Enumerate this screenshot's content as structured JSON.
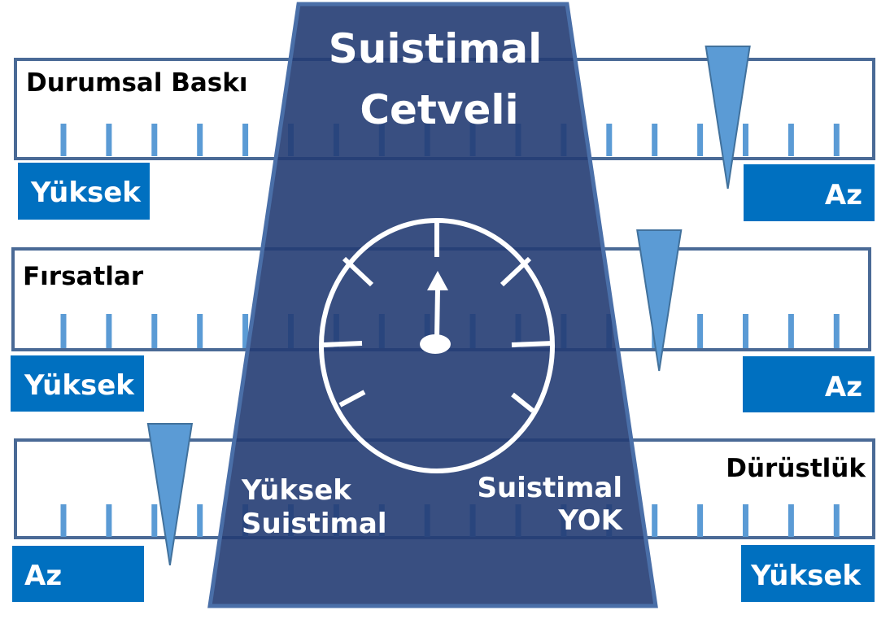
{
  "title_line1": "Suistimal",
  "title_line2": "Cetveli",
  "rulers": [
    {
      "label": "Durumsal Baskı",
      "left": "Yüksek",
      "right": "Az",
      "pointer_position": 0.83
    },
    {
      "label": "Fırsatlar",
      "left": "Yüksek",
      "right": "Az",
      "pointer_position": 0.75
    },
    {
      "label": "Dürüstlük",
      "left": "Az",
      "right": "Yüksek",
      "pointer_position": 0.18
    }
  ],
  "gauge": {
    "left_line1": "Yüksek",
    "left_line2": "Suistimal",
    "right_line1": "Suistimal",
    "right_line2": "YOK"
  },
  "colors": {
    "navy": "#2f4b84",
    "blue_box": "#0070c0",
    "tick": "#5b9bd5",
    "ruler_border": "#4a6a96"
  }
}
